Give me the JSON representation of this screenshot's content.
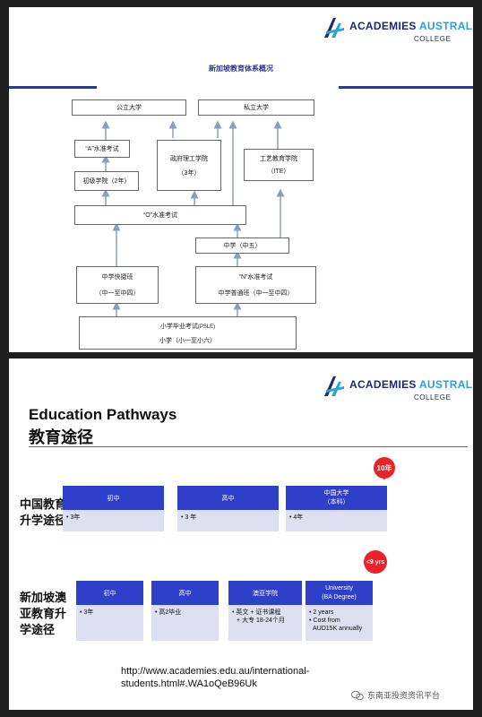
{
  "logo": {
    "brand_part1": "ACADEMIES ",
    "brand_part2": "AUSTRALASIA",
    "sub": "COLLEGE"
  },
  "slide1": {
    "title": "新加坡教育体系概况",
    "boxes": {
      "public_univ": "公立大学",
      "private_univ": "私立大学",
      "a_level": "“A”水准考试",
      "junior_college": "初级学院（2年）",
      "poly_line1": "政府理工学院",
      "poly_line2": "（3年）",
      "ite_line1": "工艺教育学院",
      "ite_line2": "（ITE）",
      "o_level": "“O”水准考试",
      "sec5": "中学（中五）",
      "express_line1": "中学快捷班",
      "express_line2": "（中一至中四）",
      "n_line1": "“N”水准考试",
      "n_line2": "中学普通班（中一至中四）",
      "psle_line1": "小学毕业考试",
      "psle_tag": "(PSLE)",
      "psle_line2": "小学（小一至小六）"
    }
  },
  "slide2": {
    "title": "Education Pathways",
    "subtitle": "教育途径",
    "china_label": "中国教育\n升学途径",
    "sg_label": "新加坡澳\n亚教育升\n学途径",
    "china_cards": [
      {
        "head": "初中",
        "body": [
          "• 3年"
        ]
      },
      {
        "head": "高中",
        "body": [
          "• 3 年"
        ]
      },
      {
        "head": "中国大学\n（本科）",
        "body": [
          "• 4年"
        ]
      }
    ],
    "china_badge": "10年",
    "sg_cards": [
      {
        "head": "初中",
        "body": [
          "• 3年"
        ]
      },
      {
        "head": "高中",
        "body": [
          "• 高2毕业"
        ]
      },
      {
        "head": "澳亚学院",
        "body": [
          "• 英文 + 证书课程",
          "+ 大专 18-24个月"
        ]
      },
      {
        "head": "University\n(BA Degree)",
        "body": [
          "• 2 years",
          "• Cost from",
          "AUD15K annually"
        ]
      }
    ],
    "sg_badge": "<9 yrs",
    "url_line1": "http://www.academies.edu.au/international-",
    "url_line2": "students.html#.WA1oQeB96Uk",
    "watermark": "东南亚投资资讯平台"
  }
}
